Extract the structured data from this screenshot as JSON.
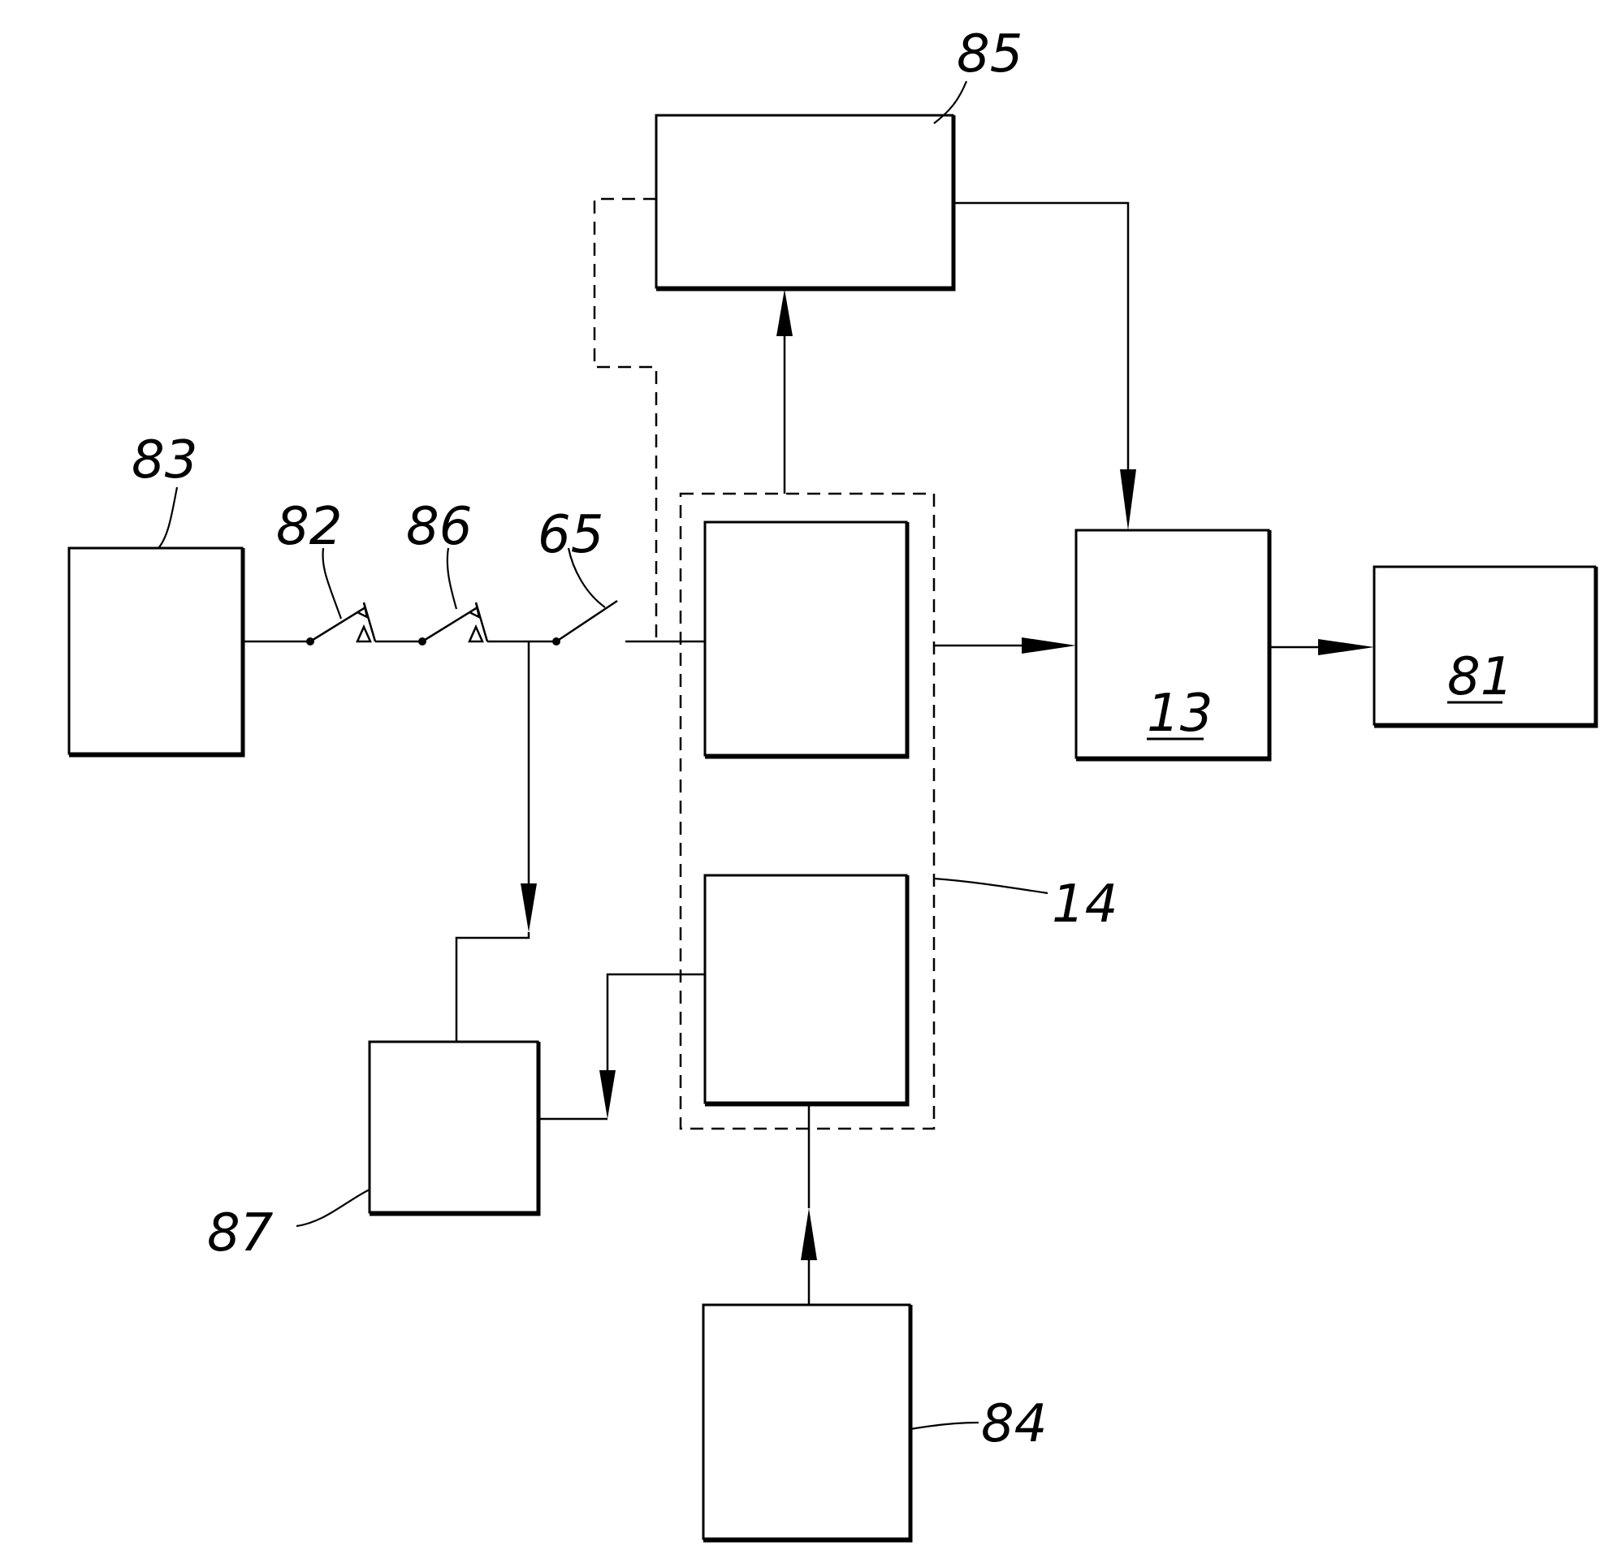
{
  "labels": {
    "l85": "85",
    "l83": "83",
    "l82": "82",
    "l86": "86",
    "l65": "65",
    "l14": "14",
    "l13": "13",
    "l81": "81",
    "l87": "87",
    "l84": "84"
  }
}
